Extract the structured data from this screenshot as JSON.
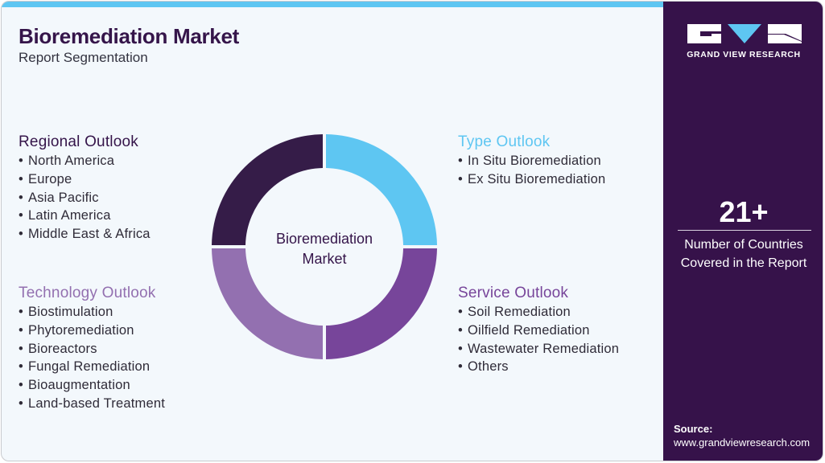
{
  "header": {
    "title": "Bioremediation Market",
    "subtitle": "Report Segmentation"
  },
  "brand": {
    "name": "GRAND VIEW RESEARCH",
    "colors": {
      "dark_purple": "#36124a",
      "light_blue": "#5ec6f2",
      "medium_purple": "#77459a",
      "light_purple": "#9370b0",
      "background": "#f3f8fc"
    }
  },
  "center": {
    "line1": "Bioremediation",
    "line2": "Market"
  },
  "segments": {
    "regional": {
      "title": "Regional Outlook",
      "items": [
        "North America",
        "Europe",
        "Asia Pacific",
        "Latin America",
        "Middle East & Africa"
      ]
    },
    "technology": {
      "title": "Technology Outlook",
      "items": [
        "Biostimulation",
        "Phytoremediation",
        "Bioreactors",
        "Fungal Remediation",
        "Bioaugmentation",
        "Land-based Treatment"
      ]
    },
    "type": {
      "title": "Type Outlook",
      "items": [
        "In Situ Bioremediation",
        "Ex Situ Bioremediation"
      ]
    },
    "service": {
      "title": "Service Outlook",
      "items": [
        "Soil Remediation",
        "Oilfield Remediation",
        "Wastewater Remediation",
        "Others"
      ]
    }
  },
  "stat": {
    "number": "21+",
    "label_line1": "Number of Countries",
    "label_line2": "Covered in the Report"
  },
  "source": {
    "label": "Source:",
    "url": "www.grandviewresearch.com"
  },
  "bullet": "•"
}
